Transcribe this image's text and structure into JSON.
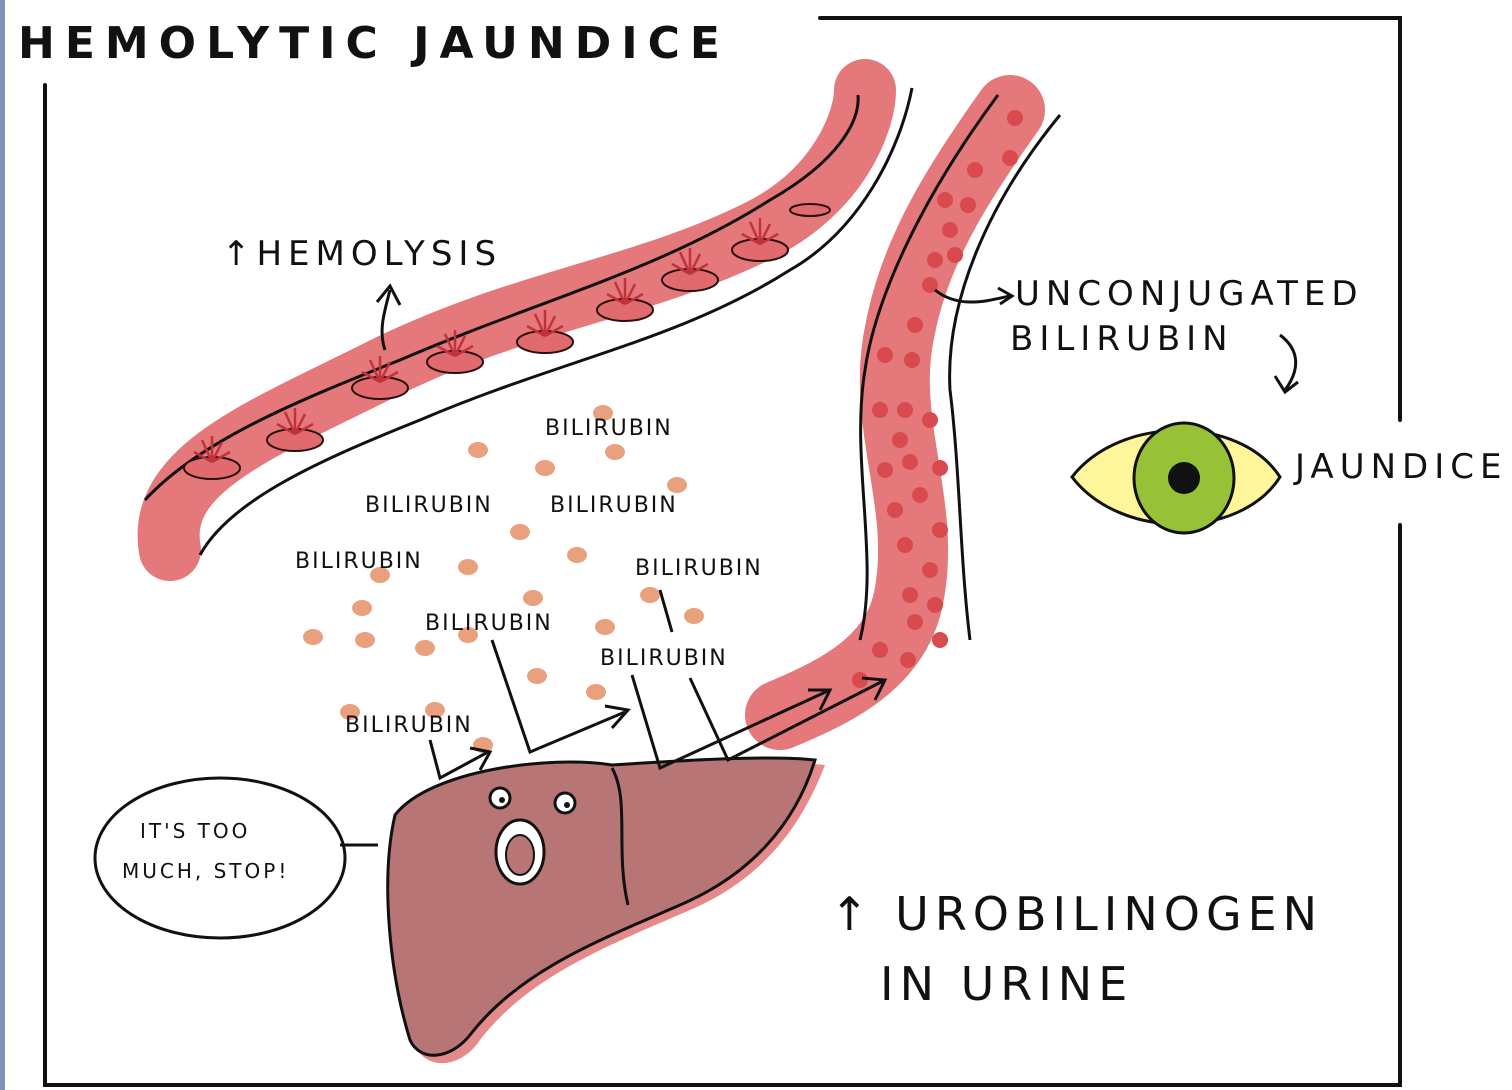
{
  "title": "HEMOLYTIC JAUNDICE",
  "labels": {
    "hemolysis": "↑HEMOLYSIS",
    "unconjugated_line1": "UNCONJUGATED",
    "unconjugated_line2": "BILIRUBIN",
    "jaundice": "JAUNDICE",
    "urobilinogen_line1": "↑ UROBILINOGEN",
    "urobilinogen_line2": "IN URINE",
    "speech_line1": "IT'S TOO",
    "speech_line2": "MUCH, STOP!"
  },
  "bilirubin_label": "BILIRUBIN",
  "colors": {
    "vessel": "#e5787a",
    "rbc": "#e06a6e",
    "rbc_stroke": "#c2323a",
    "dot": "#e9a07c",
    "vessel_dot": "#d94a4e",
    "liver": "#b87576",
    "liver_shadow": "#e58a8a",
    "eye_white": "#fff59a",
    "iris": "#97c238",
    "ink": "#111111"
  }
}
